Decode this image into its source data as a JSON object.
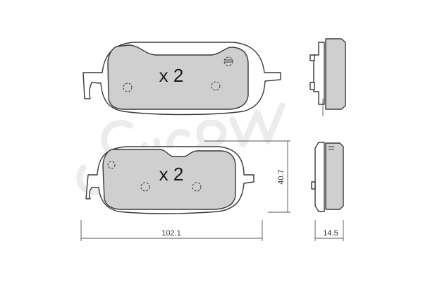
{
  "colors": {
    "pad_fill": "#cfcfcf",
    "line": "#3a3a3a",
    "watermark": "#ececec"
  },
  "labels": {
    "top_multiplier": "x 2",
    "bottom_multiplier": "x 2",
    "width_dimension": "102.1",
    "height_dimension": "40.7",
    "thickness_dimension": "14.5"
  }
}
